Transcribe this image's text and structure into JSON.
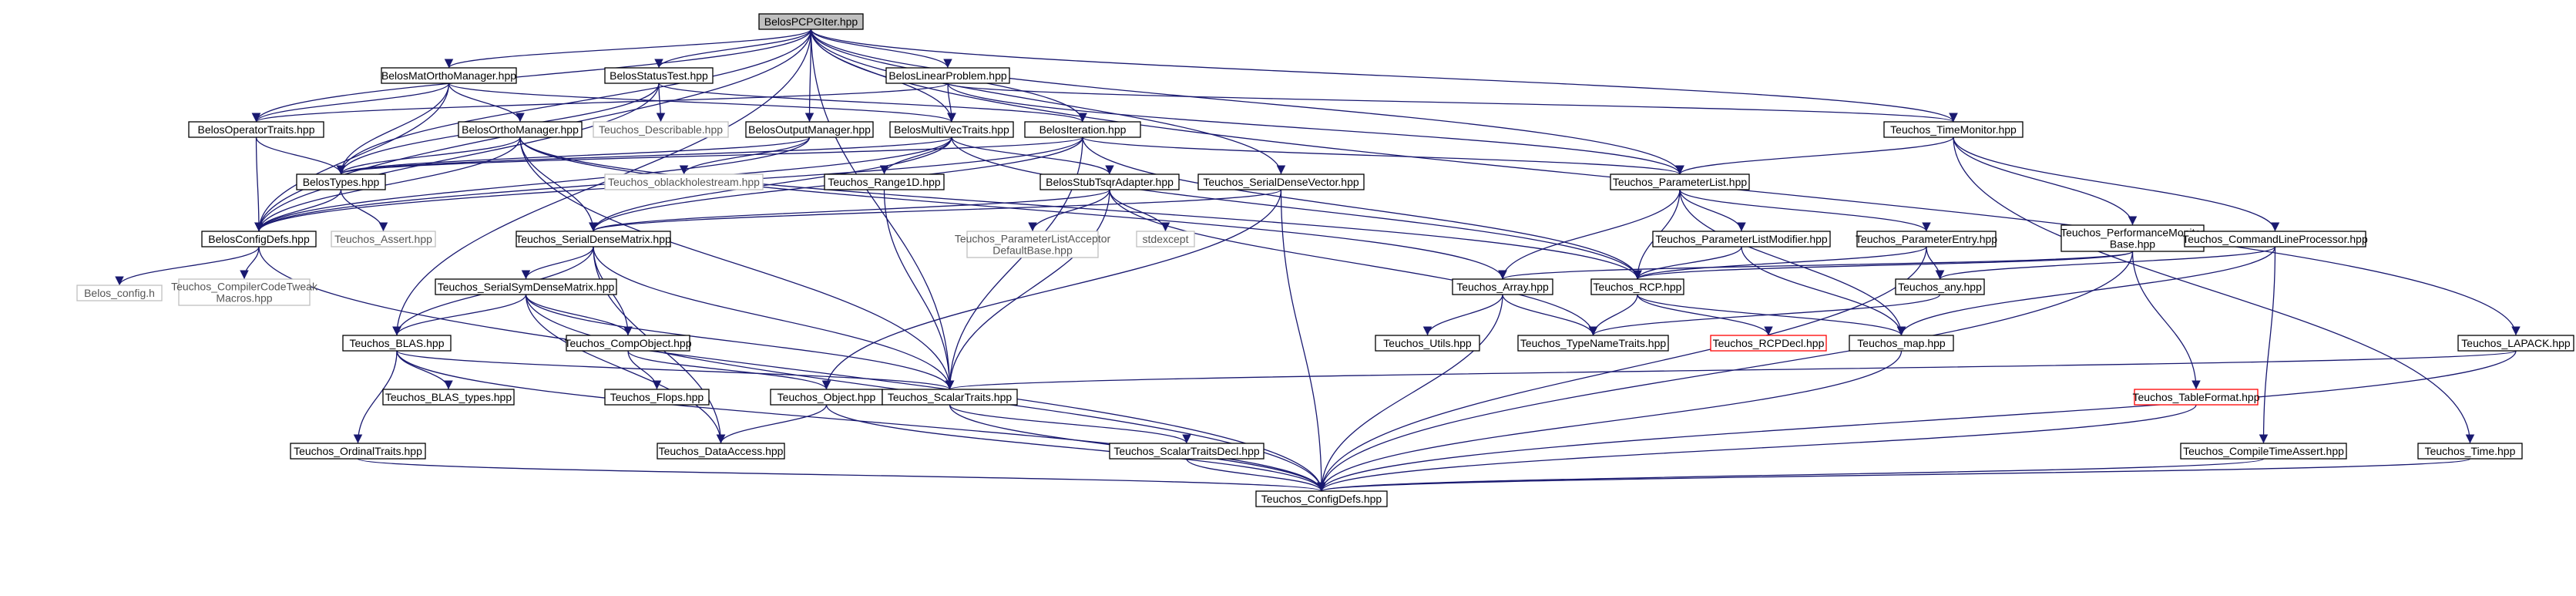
{
  "diagram": {
    "nodes": [
      {
        "id": "root",
        "label": "BelosPCPGIter.hpp",
        "kind": "root"
      },
      {
        "id": "matortho",
        "label": "BelosMatOrthoManager.hpp",
        "kind": "normal"
      },
      {
        "id": "status",
        "label": "BelosStatusTest.hpp",
        "kind": "normal"
      },
      {
        "id": "linprob",
        "label": "BelosLinearProblem.hpp",
        "kind": "normal"
      },
      {
        "id": "optraits",
        "label": "BelosOperatorTraits.hpp",
        "kind": "normal"
      },
      {
        "id": "orthomgr",
        "label": "BelosOrthoManager.hpp",
        "kind": "normal"
      },
      {
        "id": "describable",
        "label": "Teuchos_Describable.hpp",
        "kind": "ext"
      },
      {
        "id": "outmgr",
        "label": "BelosOutputManager.hpp",
        "kind": "normal"
      },
      {
        "id": "multivec",
        "label": "BelosMultiVecTraits.hpp",
        "kind": "normal"
      },
      {
        "id": "iteration",
        "label": "BelosIteration.hpp",
        "kind": "normal"
      },
      {
        "id": "timemon",
        "label": "Teuchos_TimeMonitor.hpp",
        "kind": "normal"
      },
      {
        "id": "types",
        "label": "BelosTypes.hpp",
        "kind": "normal"
      },
      {
        "id": "oblack",
        "label": "Teuchos_oblackholestream.hpp",
        "kind": "ext"
      },
      {
        "id": "range1d",
        "label": "Teuchos_Range1D.hpp",
        "kind": "normal"
      },
      {
        "id": "stubtsqr",
        "label": "BelosStubTsqrAdapter.hpp",
        "kind": "normal"
      },
      {
        "id": "serialvec",
        "label": "Teuchos_SerialDenseVector.hpp",
        "kind": "normal"
      },
      {
        "id": "paramlist",
        "label": "Teuchos_ParameterList.hpp",
        "kind": "normal"
      },
      {
        "id": "configdefs_b",
        "label": "BelosConfigDefs.hpp",
        "kind": "normal"
      },
      {
        "id": "assert",
        "label": "Teuchos_Assert.hpp",
        "kind": "ext"
      },
      {
        "id": "serialmat",
        "label": "Teuchos_SerialDenseMatrix.hpp",
        "kind": "normal"
      },
      {
        "id": "placcept",
        "label": [
          "Teuchos_ParameterListAcceptor",
          "DefaultBase.hpp"
        ],
        "kind": "ext"
      },
      {
        "id": "stdexcept",
        "label": "stdexcept",
        "kind": "ext"
      },
      {
        "id": "plmod",
        "label": "Teuchos_ParameterListModifier.hpp",
        "kind": "normal"
      },
      {
        "id": "pentry",
        "label": "Teuchos_ParameterEntry.hpp",
        "kind": "normal"
      },
      {
        "id": "perfmon",
        "label": [
          "Teuchos_PerformanceMonitor",
          "Base.hpp"
        ],
        "kind": "normal"
      },
      {
        "id": "cmdline",
        "label": "Teuchos_CommandLineProcessor.hpp",
        "kind": "normal"
      },
      {
        "id": "belosconfig",
        "label": "Belos_config.h",
        "kind": "ext"
      },
      {
        "id": "compilercode",
        "label": [
          "Teuchos_CompilerCodeTweak",
          "Macros.hpp"
        ],
        "kind": "ext"
      },
      {
        "id": "serialsym",
        "label": "Teuchos_SerialSymDenseMatrix.hpp",
        "kind": "normal"
      },
      {
        "id": "array",
        "label": "Teuchos_Array.hpp",
        "kind": "normal"
      },
      {
        "id": "rcp",
        "label": "Teuchos_RCP.hpp",
        "kind": "normal"
      },
      {
        "id": "any",
        "label": "Teuchos_any.hpp",
        "kind": "normal"
      },
      {
        "id": "blas",
        "label": "Teuchos_BLAS.hpp",
        "kind": "normal"
      },
      {
        "id": "compobj",
        "label": "Teuchos_CompObject.hpp",
        "kind": "normal"
      },
      {
        "id": "utils",
        "label": "Teuchos_Utils.hpp",
        "kind": "normal"
      },
      {
        "id": "typename",
        "label": "Teuchos_TypeNameTraits.hpp",
        "kind": "normal"
      },
      {
        "id": "rcpdecl",
        "label": "Teuchos_RCPDecl.hpp",
        "kind": "missing"
      },
      {
        "id": "map",
        "label": "Teuchos_map.hpp",
        "kind": "normal"
      },
      {
        "id": "lapack",
        "label": "Teuchos_LAPACK.hpp",
        "kind": "normal"
      },
      {
        "id": "blastypes",
        "label": "Teuchos_BLAS_types.hpp",
        "kind": "normal"
      },
      {
        "id": "flops",
        "label": "Teuchos_Flops.hpp",
        "kind": "normal"
      },
      {
        "id": "object",
        "label": "Teuchos_Object.hpp",
        "kind": "normal"
      },
      {
        "id": "scalar",
        "label": "Teuchos_ScalarTraits.hpp",
        "kind": "normal"
      },
      {
        "id": "tableformat",
        "label": "Teuchos_TableFormat.hpp",
        "kind": "missing"
      },
      {
        "id": "ordinal",
        "label": "Teuchos_OrdinalTraits.hpp",
        "kind": "normal"
      },
      {
        "id": "dataaccess",
        "label": "Teuchos_DataAccess.hpp",
        "kind": "normal"
      },
      {
        "id": "scalardecl",
        "label": "Teuchos_ScalarTraitsDecl.hpp",
        "kind": "normal"
      },
      {
        "id": "compiletime",
        "label": "Teuchos_CompileTimeAssert.hpp",
        "kind": "normal"
      },
      {
        "id": "time",
        "label": "Teuchos_Time.hpp",
        "kind": "normal"
      },
      {
        "id": "configdefs_t",
        "label": "Teuchos_ConfigDefs.hpp",
        "kind": "normal"
      }
    ],
    "edges": [
      [
        "root",
        "matortho"
      ],
      [
        "root",
        "status"
      ],
      [
        "root",
        "linprob"
      ],
      [
        "root",
        "optraits"
      ],
      [
        "root",
        "outmgr"
      ],
      [
        "root",
        "multivec"
      ],
      [
        "root",
        "iteration"
      ],
      [
        "root",
        "timemon"
      ],
      [
        "root",
        "types"
      ],
      [
        "root",
        "serialvec"
      ],
      [
        "root",
        "paramlist"
      ],
      [
        "root",
        "configdefs_b"
      ],
      [
        "root",
        "blas"
      ],
      [
        "root",
        "lapack"
      ],
      [
        "root",
        "scalar"
      ],
      [
        "matortho",
        "optraits"
      ],
      [
        "matortho",
        "orthomgr"
      ],
      [
        "matortho",
        "multivec"
      ],
      [
        "matortho",
        "types"
      ],
      [
        "matortho",
        "configdefs_b"
      ],
      [
        "status",
        "describable"
      ],
      [
        "status",
        "types"
      ],
      [
        "status",
        "configdefs_b"
      ],
      [
        "status",
        "iteration"
      ],
      [
        "linprob",
        "multivec"
      ],
      [
        "linprob",
        "optraits"
      ],
      [
        "linprob",
        "paramlist"
      ],
      [
        "linprob",
        "timemon"
      ],
      [
        "optraits",
        "types"
      ],
      [
        "optraits",
        "configdefs_b"
      ],
      [
        "orthomgr",
        "types"
      ],
      [
        "orthomgr",
        "configdefs_b"
      ],
      [
        "orthomgr",
        "serialmat"
      ],
      [
        "orthomgr",
        "rcp"
      ],
      [
        "orthomgr",
        "scalar"
      ],
      [
        "orthomgr",
        "array"
      ],
      [
        "outmgr",
        "oblack"
      ],
      [
        "outmgr",
        "types"
      ],
      [
        "outmgr",
        "configdefs_b"
      ],
      [
        "multivec",
        "types"
      ],
      [
        "multivec",
        "configdefs_b"
      ],
      [
        "multivec",
        "range1d"
      ],
      [
        "multivec",
        "stubtsqr"
      ],
      [
        "multivec",
        "serialmat"
      ],
      [
        "multivec",
        "rcp"
      ],
      [
        "iteration",
        "types"
      ],
      [
        "iteration",
        "configdefs_b"
      ],
      [
        "iteration",
        "serialmat"
      ],
      [
        "iteration",
        "scalar"
      ],
      [
        "iteration",
        "rcp"
      ],
      [
        "iteration",
        "paramlist"
      ],
      [
        "timemon",
        "paramlist"
      ],
      [
        "timemon",
        "perfmon"
      ],
      [
        "timemon",
        "cmdline"
      ],
      [
        "timemon",
        "time"
      ],
      [
        "types",
        "configdefs_b"
      ],
      [
        "types",
        "assert"
      ],
      [
        "range1d",
        "scalar"
      ],
      [
        "stubtsqr",
        "serialmat"
      ],
      [
        "stubtsqr",
        "placcept"
      ],
      [
        "stubtsqr",
        "stdexcept"
      ],
      [
        "stubtsqr",
        "typename"
      ],
      [
        "stubtsqr",
        "scalar"
      ],
      [
        "serialvec",
        "serialmat"
      ],
      [
        "serialvec",
        "object"
      ],
      [
        "serialvec",
        "configdefs_t"
      ],
      [
        "paramlist",
        "plmod"
      ],
      [
        "paramlist",
        "pentry"
      ],
      [
        "paramlist",
        "rcp"
      ],
      [
        "paramlist",
        "array"
      ],
      [
        "paramlist",
        "map"
      ],
      [
        "configdefs_b",
        "belosconfig"
      ],
      [
        "configdefs_b",
        "compilercode"
      ],
      [
        "configdefs_b",
        "configdefs_t"
      ],
      [
        "serialmat",
        "serialsym"
      ],
      [
        "serialmat",
        "blas"
      ],
      [
        "serialmat",
        "compobj"
      ],
      [
        "serialmat",
        "dataaccess"
      ],
      [
        "serialmat",
        "scalar"
      ],
      [
        "plmod",
        "rcp"
      ],
      [
        "plmod",
        "map"
      ],
      [
        "pentry",
        "any"
      ],
      [
        "pentry",
        "rcp"
      ],
      [
        "pentry",
        "configdefs_t"
      ],
      [
        "perfmon",
        "array"
      ],
      [
        "perfmon",
        "rcp"
      ],
      [
        "perfmon",
        "tableformat"
      ],
      [
        "perfmon",
        "configdefs_t"
      ],
      [
        "cmdline",
        "any"
      ],
      [
        "cmdline",
        "map"
      ],
      [
        "cmdline",
        "compiletime"
      ],
      [
        "serialsym",
        "blas"
      ],
      [
        "serialsym",
        "compobj"
      ],
      [
        "serialsym",
        "scalar"
      ],
      [
        "serialsym",
        "dataaccess"
      ],
      [
        "serialsym",
        "configdefs_t"
      ],
      [
        "array",
        "utils"
      ],
      [
        "array",
        "typename"
      ],
      [
        "array",
        "configdefs_t"
      ],
      [
        "rcp",
        "typename"
      ],
      [
        "rcp",
        "rcpdecl"
      ],
      [
        "rcp",
        "map"
      ],
      [
        "any",
        "typename"
      ],
      [
        "blas",
        "blastypes"
      ],
      [
        "blas",
        "ordinal"
      ],
      [
        "blas",
        "scalar"
      ],
      [
        "blas",
        "configdefs_t"
      ],
      [
        "compobj",
        "flops"
      ],
      [
        "compobj",
        "object"
      ],
      [
        "map",
        "configdefs_t"
      ],
      [
        "lapack",
        "scalar"
      ],
      [
        "lapack",
        "configdefs_t"
      ],
      [
        "object",
        "dataaccess"
      ],
      [
        "object",
        "configdefs_t"
      ],
      [
        "scalar",
        "scalardecl"
      ],
      [
        "scalar",
        "configdefs_t"
      ],
      [
        "tableformat",
        "configdefs_t"
      ],
      [
        "ordinal",
        "configdefs_t"
      ],
      [
        "scalardecl",
        "configdefs_t"
      ],
      [
        "compiletime",
        "configdefs_t"
      ],
      [
        "time",
        "configdefs_t"
      ]
    ]
  }
}
